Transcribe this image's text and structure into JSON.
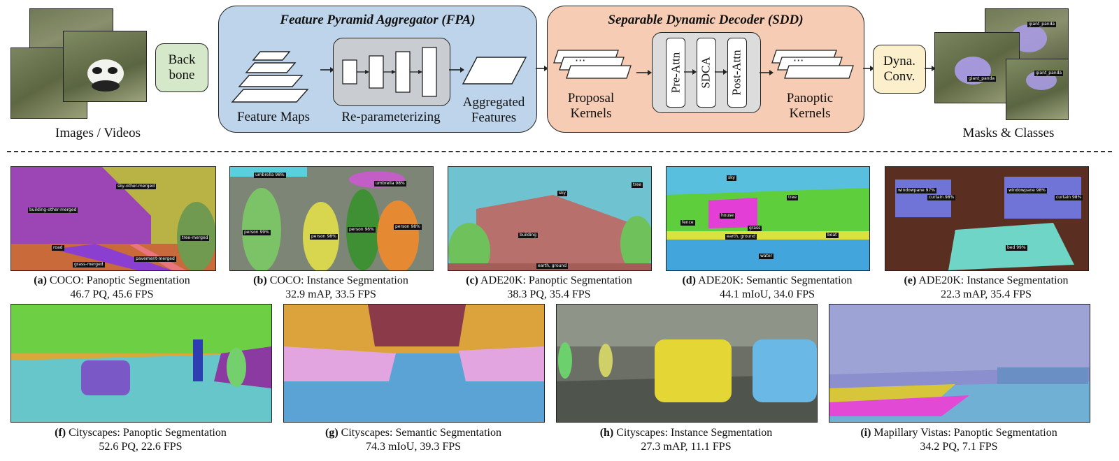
{
  "pipeline": {
    "input_label": "Images / Videos",
    "backbone_label": "Back bone",
    "fpa": {
      "title": "Feature Pyramid Aggregator (FPA)",
      "feature_maps_label": "Feature Maps",
      "reparam_label": "Re-parameterizing",
      "aggregated_label": "Aggregated Features"
    },
    "sdd": {
      "title": "Separable Dynamic Decoder (SDD)",
      "proposal_label": "Proposal Kernels",
      "pre_attn": "Pre-Attn",
      "sdca": "SDCA",
      "post_attn": "Post-Attn",
      "panoptic_label": "Panoptic Kernels"
    },
    "dyna_conv_label": "Dyna. Conv.",
    "output_label": "Masks & Classes",
    "output_tags": [
      "giant_panda",
      "giant_panda",
      "giant_panda"
    ]
  },
  "results": [
    {
      "tag": "(a)",
      "dataset": "COCO: Panoptic Segmentation",
      "metrics": "46.7 PQ, 45.6 FPS",
      "tags": [
        "sky-other-merged",
        "building-other-merged",
        "tree-merged",
        "road",
        "grass-merged",
        "pavement-merged"
      ]
    },
    {
      "tag": "(b)",
      "dataset": "COCO: Instance Segmentation",
      "metrics": "32.9 mAP, 33.5 FPS",
      "tags": [
        "umbrella 98%",
        "umbrella 98%",
        "person 99%",
        "person 98%",
        "person 96%",
        "person 98%"
      ]
    },
    {
      "tag": "(c)",
      "dataset": "ADE20K: Panoptic Segmentation",
      "metrics": "38.3 PQ, 35.4 FPS",
      "tags": [
        "sky",
        "tree",
        "building",
        "earth, ground"
      ]
    },
    {
      "tag": "(d)",
      "dataset": "ADE20K: Semantic Segmentation",
      "metrics": "44.1 mIoU, 34.0 FPS",
      "tags": [
        "sky",
        "tree",
        "house",
        "fence",
        "grass",
        "earth, ground",
        "boat",
        "water"
      ]
    },
    {
      "tag": "(e)",
      "dataset": "ADE20K: Instance Segmentation",
      "metrics": "22.3 mAP, 35.4 FPS",
      "tags": [
        "windowpane 97%",
        "curtain 98%",
        "windowpane 98%",
        "curtain 98%",
        "bed 99%"
      ]
    },
    {
      "tag": "(f)",
      "dataset": "Cityscapes: Panoptic Segmentation",
      "metrics": "52.6 PQ, 22.6 FPS",
      "tags": []
    },
    {
      "tag": "(g)",
      "dataset": "Cityscapes: Semantic Segmentation",
      "metrics": "74.3 mIoU, 39.3 FPS",
      "tags": []
    },
    {
      "tag": "(h)",
      "dataset": "Cityscapes: Instance Segmentation",
      "metrics": "27.3 mAP, 11.1 FPS",
      "tags": []
    },
    {
      "tag": "(i)",
      "dataset": "Mapillary Vistas: Panoptic Segmentation",
      "metrics": "34.2 PQ, 7.1 FPS",
      "tags": []
    }
  ],
  "colors": {
    "fpa_panel": "#bdd4ea",
    "sdd_panel": "#f6cdb4",
    "backbone_box": "#d5e8c9",
    "dyna_box": "#fbefcc",
    "reparam_box": "#c9ccd0",
    "sdd_inner_box": "#dcdcdc"
  }
}
